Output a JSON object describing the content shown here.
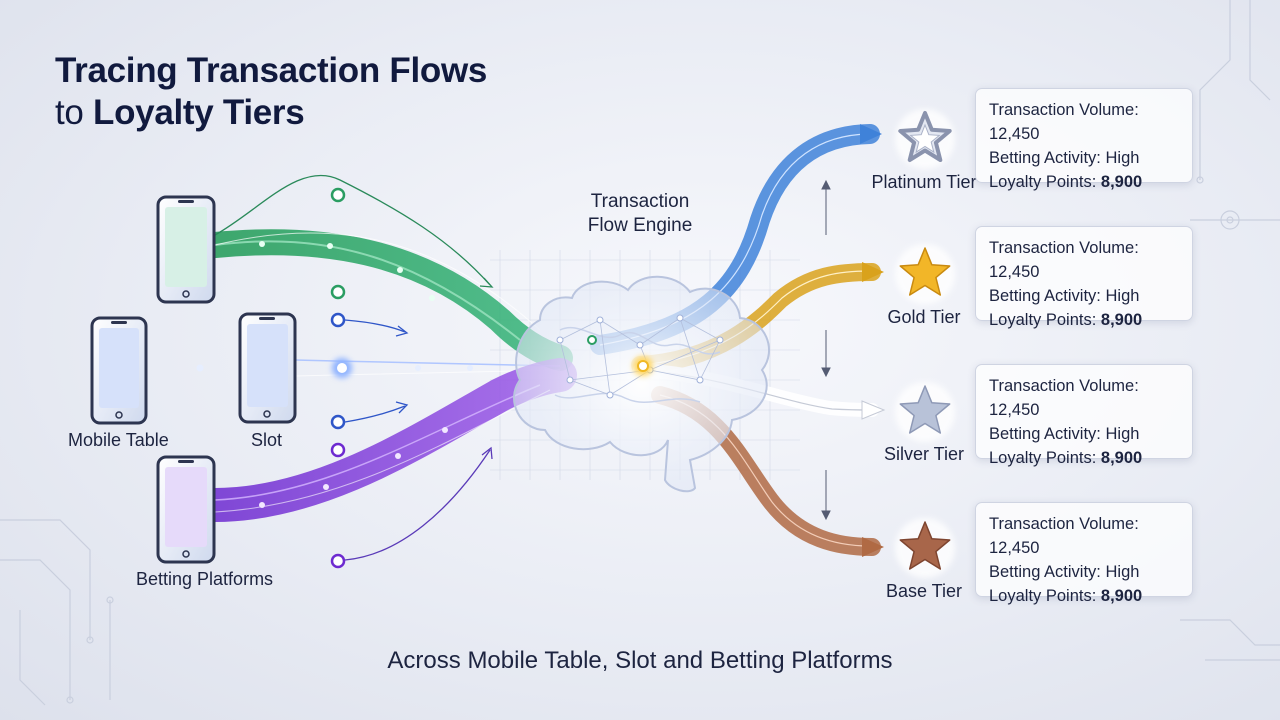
{
  "title": {
    "line1": "Tracing Transaction Flows",
    "line2_prefix": "to ",
    "line2_bold": "Loyalty Tiers"
  },
  "engine": {
    "line1": "Transaction",
    "line2": "Flow Engine"
  },
  "sources": [
    {
      "label": "Mobile Table",
      "color": "#2a9d62",
      "icon": "smartphone-icon"
    },
    {
      "label": "Slot",
      "color": "#2f56c8",
      "icon": "smartphone-icon"
    },
    {
      "label": "Betting Platforms",
      "color": "#7a36d6",
      "icon": "smartphone-icon"
    }
  ],
  "tiers": [
    {
      "label": "Platinum Tier",
      "color": "#3f82d9",
      "star": "#e4e8f2",
      "star_stroke": "#8a93ad",
      "card": {
        "volume_label": "Transaction Volume:",
        "volume": "12,450",
        "activity_label": "Betting Activity:",
        "activity": "High",
        "points_label": "Loyalty Points:",
        "points": "8,900"
      }
    },
    {
      "label": "Gold Tier",
      "color": "#d9a21c",
      "star": "#f2b628",
      "star_stroke": "#c98a10",
      "card": {
        "volume_label": "Transaction Volume:",
        "volume": "12,450",
        "activity_label": "Betting Activity:",
        "activity": "High",
        "points_label": "Loyalty Points:",
        "points": "8,900"
      }
    },
    {
      "label": "Silver Tier",
      "color": "#c5cad6",
      "star": "#b8c2d8",
      "star_stroke": "#8e99b6",
      "card": {
        "volume_label": "Transaction Volume:",
        "volume": "12,450",
        "activity_label": "Betting Activity:",
        "activity": "High",
        "points_label": "Loyalty Points:",
        "points": "8,900"
      }
    },
    {
      "label": "Base Tier",
      "color": "#b06a44",
      "star": "#a8664a",
      "star_stroke": "#7e4530",
      "card": {
        "volume_label": "Transaction Volume:",
        "volume": "12,450",
        "activity_label": "Betting Activity:",
        "activity": "High",
        "points_label": "Loyalty Points:",
        "points": "8,900"
      }
    }
  ],
  "footer": "Across Mobile Table, Slot and Betting Platforms"
}
